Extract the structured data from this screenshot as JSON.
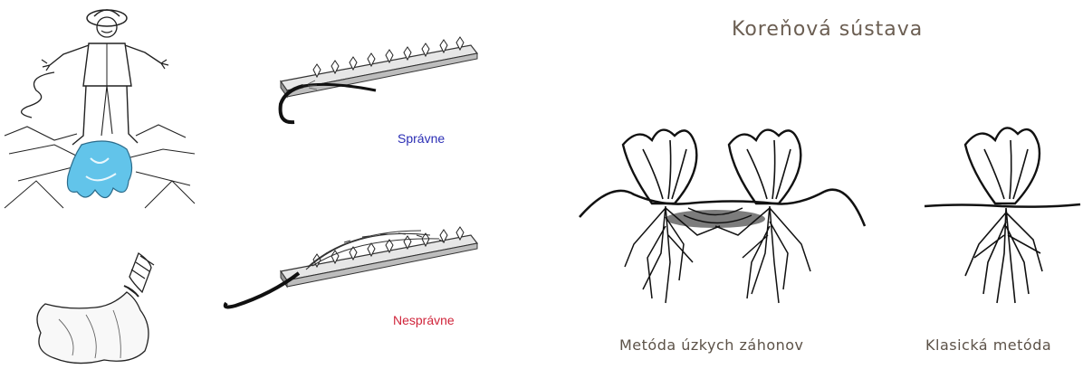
{
  "watering": {
    "correct_label": "Správne",
    "incorrect_label": "Nesprávne",
    "correct_color": "#2a2db4",
    "incorrect_color": "#d0253b",
    "water_color": "#62c4ea"
  },
  "roots": {
    "title": "Koreňová sústava",
    "narrow_bed_label": "Metóda úzkych záhonov",
    "classic_label": "Klasická metóda",
    "text_color": "#6b5e52"
  }
}
